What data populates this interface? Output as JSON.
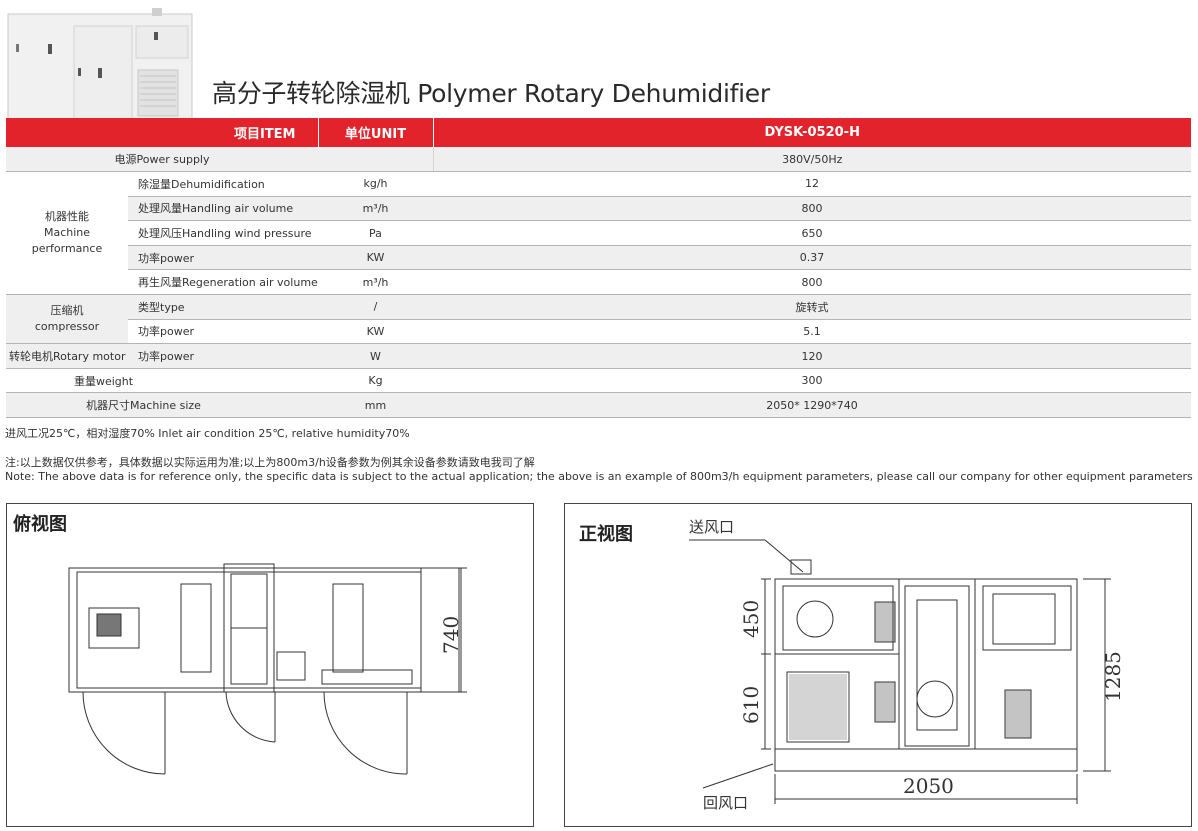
{
  "title": "高分子转轮除湿机 Polymer Rotary Dehumidifier",
  "table": {
    "headers": {
      "item": "项目ITEM",
      "unit": "单位UNIT",
      "model": "DYSK-0520-H"
    },
    "power_supply": {
      "label": "电源Power supply",
      "unit": "",
      "value": "380V/50Hz"
    },
    "machine_performance": {
      "group": "机器性能\nMachine\nperformance",
      "rows": [
        {
          "item": "除湿量Dehumidification",
          "unit": "kg/h",
          "value": "12"
        },
        {
          "item": "处理风量Handling air volume",
          "unit": "m³/h",
          "value": "800"
        },
        {
          "item": "处理风压Handling wind pressure",
          "unit": "Pa",
          "value": "650"
        },
        {
          "item": "功率power",
          "unit": "KW",
          "value": "0.37"
        },
        {
          "item": "再生风量Regeneration air volume",
          "unit": "m³/h",
          "value": "800"
        }
      ]
    },
    "compressor": {
      "group": "压缩机\ncompressor",
      "rows": [
        {
          "item": "类型type",
          "unit": "/",
          "value": "旋转式"
        },
        {
          "item": "功率power",
          "unit": "KW",
          "value": "5.1"
        }
      ]
    },
    "rotary_motor": {
      "group": "转轮电机Rotary motor",
      "item": "功率power",
      "unit": "W",
      "value": "120"
    },
    "weight": {
      "item": "重量weight",
      "unit": "Kg",
      "value": "300"
    },
    "size": {
      "item": "机器尺寸Machine size",
      "unit": "mm",
      "value": "2050* 1290*740"
    }
  },
  "notes": {
    "inlet": "进风工况25℃，相对湿度70% Inlet air condition 25℃, relative humidity70%",
    "cn": "注:以上数据仅供参考，具体数据以实际运用为准;以上为800m3/h设备参数为例其余设备参数请致电我司了解",
    "en": "Note: The above data is for reference only, the specific data is subject to the actual application; the above is an example of 800m3/h equipment parameters, please call our company for other equipment parameters"
  },
  "top_view": {
    "title": "俯视图",
    "dim_depth": "740"
  },
  "front_view": {
    "title": "正视图",
    "supply_air": "送风口",
    "return_air": "回风口",
    "dim_upper": "450",
    "dim_lower": "610",
    "dim_height": "1285",
    "dim_width": "2050"
  },
  "colors": {
    "header_red": "#e3232b",
    "row_shade": "#efefef"
  }
}
